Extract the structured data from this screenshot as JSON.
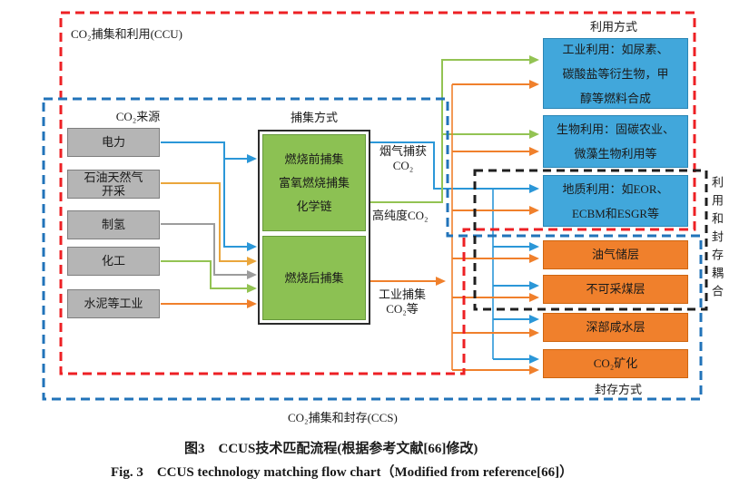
{
  "palette": {
    "ccu_border": "#ED2024",
    "ccs_border": "#2173B9",
    "coupling_border": "#1F1F1F",
    "source_fill": "#B5B5B5",
    "capture_fill": "#8CC153",
    "utilization_fill": "#41A7DB",
    "storage_fill": "#F0802C",
    "line_blue": "#2B97D8",
    "line_amber": "#EAA63C",
    "line_gray": "#9C9C9C",
    "line_green": "#93C353",
    "line_orange": "#F0802C"
  },
  "boundaries": {
    "ccu_label": "CO₂捕集和利用(CCU)",
    "ccs_label": "CO₂捕集和封存(CCS)",
    "coupling_label": "利用和封存耦合"
  },
  "sources": {
    "title": "CO₂来源",
    "items": [
      {
        "label": "电力"
      },
      {
        "label": "石油天然气\n开采"
      },
      {
        "label": "制氢"
      },
      {
        "label": "化工"
      },
      {
        "label": "水泥等工业"
      }
    ]
  },
  "capture": {
    "title": "捕集方式",
    "pre_combustion": "燃烧前捕集\n富氧燃烧捕集\n化学链",
    "post_combustion": "燃烧后捕集"
  },
  "streams": {
    "flue_gas": "烟气捕获\nCO₂",
    "high_purity": "高纯度CO₂",
    "industrial": "工业捕集\nCO₂等"
  },
  "utilization": {
    "title": "利用方式",
    "items": [
      {
        "label": "工业利用：如尿素、\n碳酸盐等衍生物，甲\n醇等燃料合成"
      },
      {
        "label": "生物利用：固碳农业、\n微藻生物利用等"
      },
      {
        "label": "地质利用：如EOR、\nECBM和ESGR等"
      }
    ]
  },
  "storage": {
    "title": "封存方式",
    "items": [
      {
        "label": "油气储层"
      },
      {
        "label": "不可采煤层"
      },
      {
        "label": "深部咸水层"
      },
      {
        "label": "CO₂矿化"
      }
    ]
  },
  "caption": {
    "zh": "图3　CCUS技术匹配流程(根据参考文献[66]修改)",
    "en": "Fig. 3　CCUS technology matching flow chart（Modified from reference[66]）"
  }
}
